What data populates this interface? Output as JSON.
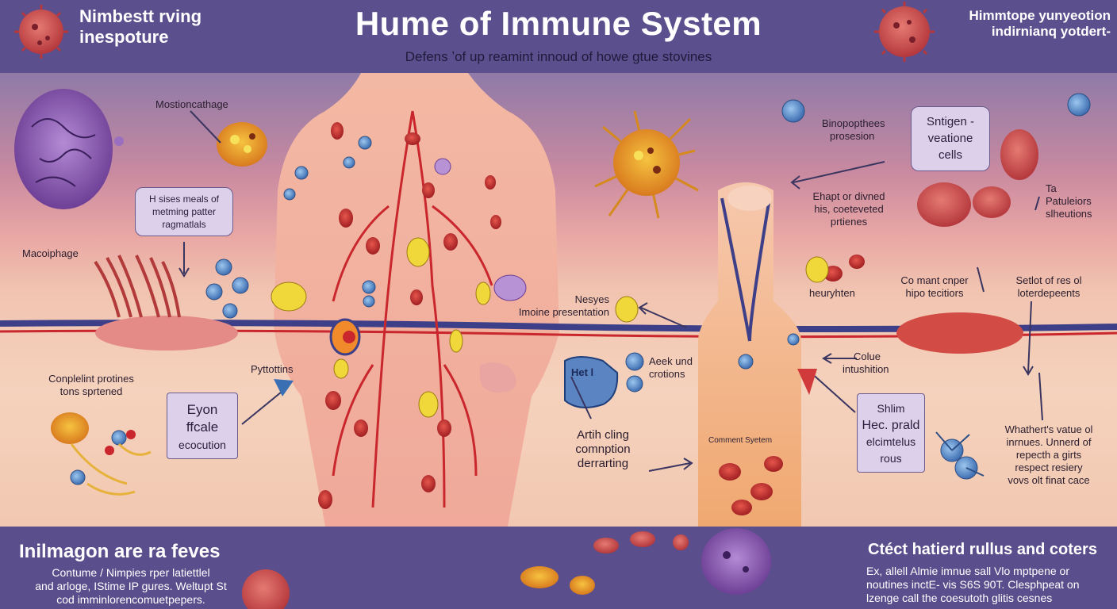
{
  "header": {
    "title": "Hume of Immune System",
    "subtitle": "Defens ʼof up reamint innoud of howe gtue stovines",
    "top_left": [
      "Nimbestt rving",
      "inespoture"
    ],
    "top_right": [
      "Himmtope yunyeotion",
      "indirnianq yotdert-"
    ]
  },
  "labels": {
    "mostioncathage": "Mostioncathage",
    "macophage": "Macoiphage",
    "complement": [
      "Conplelint protines",
      "tons sprtened"
    ],
    "pyttottins": "Pyttottins",
    "binopopthees": [
      "Binopopthees",
      "prosesion"
    ],
    "ehapt": [
      "Ehapt or divned",
      "his, coeteveted",
      "prtienes"
    ],
    "patulcieiors": [
      "Ta",
      "Patuleiors",
      "slheutions"
    ],
    "neosyes": [
      "Nesyes",
      "Imoine presentation"
    ],
    "acekund": [
      "Aeek und",
      "crotions"
    ],
    "hetl": "Het l",
    "artih": [
      "Artih cling",
      "comnption",
      "derrarting"
    ],
    "heuryhan": "heuryhten",
    "comant": [
      "Co mant cnper",
      "hipo tecitiors"
    ],
    "sattot": [
      "Setlot of res ol",
      "loterdepeents"
    ],
    "colue": [
      "Colue",
      "intushition"
    ],
    "comment_system": "Comment Syetem",
    "whathert": [
      "Whathert's vatue ol",
      "inrnues. Unnerd of",
      "repecth a girts",
      "respect resiery",
      "vovs olt finat cace"
    ]
  },
  "boxes": {
    "h_sises": [
      "H sises meals of",
      "metming patter",
      "ragmatlals"
    ],
    "eyon": [
      "Eyon",
      "ffcale",
      "ecocution"
    ],
    "sntigen": [
      "Sntigen -",
      "veatione",
      "cells"
    ],
    "shlim": [
      "Shlim",
      "Hec. prald",
      "elcimtelus",
      "rous"
    ]
  },
  "footer": {
    "left_title": "Inilmagon  are ra feves",
    "left_text": [
      "Contume / Nimpies rper latiettlel",
      "and arloge, IStime IP gures. Weltupt St",
      "cod imminlorencomuetpepers."
    ],
    "right_title": "Ctéct hatierd rullus  and coters",
    "right_text": [
      "Ex, allell Almie imnue sall Vlo mptpene or",
      "noutines inctE- vis S6S 90T. Clesphpeat on",
      "lzenge call the coesutoth glitis cesnes"
    ]
  },
  "colors": {
    "header_band": "#5b4f8e",
    "footer_band": "#5a4e8c",
    "vessel_blue": "#3d3f88",
    "vessel_red": "#c9272d",
    "label_box": "#ddd0ea",
    "arrow": "#3a3560"
  }
}
